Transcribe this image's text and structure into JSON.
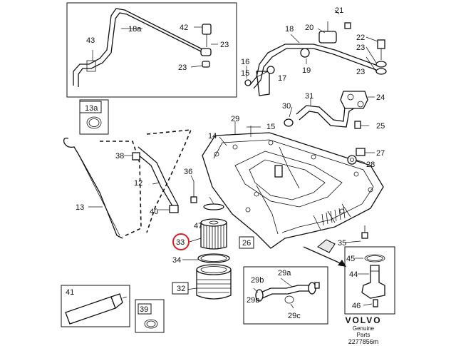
{
  "callouts": {
    "c18a": "18a",
    "c43": "43",
    "c42": "42",
    "c23_a": "23",
    "c23_b": "23",
    "c18": "18",
    "c20": "20",
    "c21": "21",
    "c22": "22",
    "c23_c": "23",
    "c23_d": "23",
    "c16": "16",
    "c15_a": "15",
    "c17": "17",
    "c19": "19",
    "c13a": "13a",
    "c31": "31",
    "c24": "24",
    "c30": "30",
    "c25": "25",
    "c29": "29",
    "c15_b": "15",
    "c14": "14",
    "c38": "38",
    "c27": "27",
    "c28": "28",
    "c36": "36",
    "c12": "12",
    "c13": "13",
    "c40": "40",
    "c47": "47",
    "c33": "33",
    "c26": "26",
    "c34": "34",
    "c35": "35",
    "c45": "45",
    "c29a": "29a",
    "c29b_a": "29b",
    "c44": "44",
    "c32": "32",
    "c41": "41",
    "c39": "39",
    "c29b_b": "29b",
    "c29c": "29c",
    "c46": "46"
  },
  "brand": {
    "logo": "VOLVO",
    "line1": "Genuine",
    "line2": "Parts",
    "code": "2277856m"
  },
  "colors": {
    "line": "#111111",
    "highlight": "#d81e1e",
    "background": "#ffffff"
  }
}
